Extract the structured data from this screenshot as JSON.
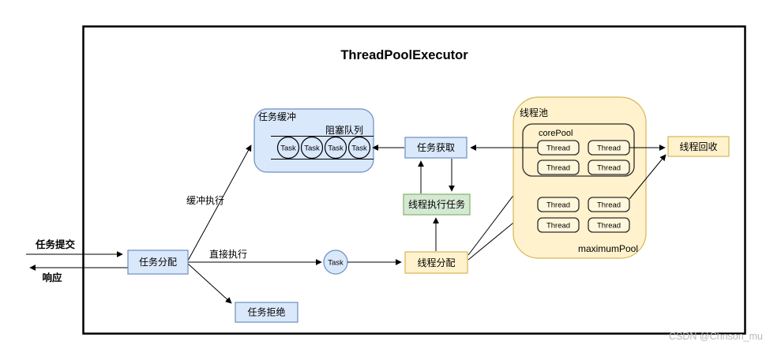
{
  "title": "ThreadPoolExecutor",
  "watermark": "CSDN @Chrison_mu",
  "labels": {
    "task_submit": "任务提交",
    "response": "响应",
    "task_dispatch": "任务分配",
    "buffered_execution": "缓冲执行",
    "direct_execution": "直接执行",
    "task_reject": "任务拒绝",
    "task_buffer": "任务缓冲",
    "blocking_queue": "阻塞队列",
    "task": "Task",
    "task_fetch": "任务获取",
    "thread_execute_task": "线程执行任务",
    "thread_dispatch": "线程分配",
    "thread_pool": "线程池",
    "core_pool": "corePool",
    "maximum_pool": "maximumPool",
    "thread": "Thread",
    "thread_recycle": "线程回收"
  },
  "colors": {
    "blue_fill": "#dae8fc",
    "blue_stroke": "#6c8ebf",
    "yellow_fill": "#fff2cc",
    "yellow_stroke": "#d6b656",
    "green_fill": "#d5e8d4",
    "green_stroke": "#82b366",
    "line": "#000000",
    "watermark_text": "#b9b9b9"
  }
}
